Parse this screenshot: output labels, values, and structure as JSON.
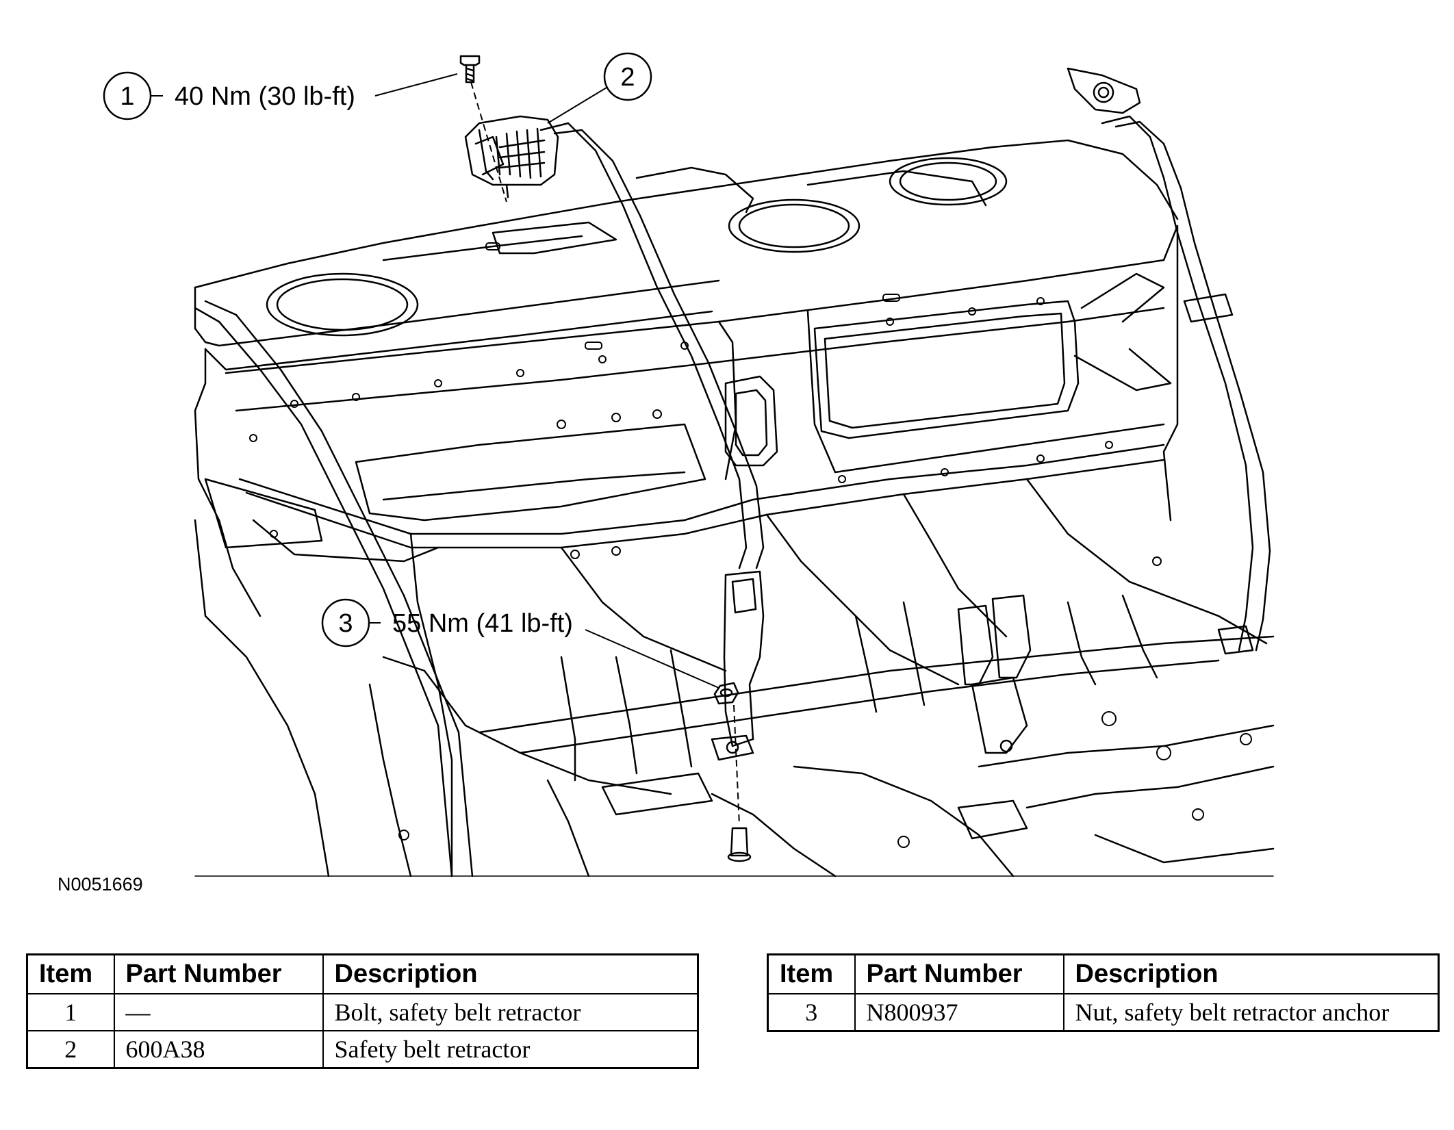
{
  "figure": {
    "id": "N0051669",
    "callouts": [
      {
        "number": "1",
        "torque": "40 Nm (30 lb-ft)"
      },
      {
        "number": "2",
        "torque": ""
      },
      {
        "number": "3",
        "torque": "55 Nm (41 lb-ft)"
      }
    ]
  },
  "tables": {
    "headers": {
      "item": "Item",
      "part_number": "Part Number",
      "description": "Description"
    },
    "left_rows": [
      {
        "item": "1",
        "part_number": "—",
        "description": "Bolt, safety belt retractor"
      },
      {
        "item": "2",
        "part_number": "600A38",
        "description": "Safety belt retractor"
      }
    ],
    "right_rows": [
      {
        "item": "3",
        "part_number": "N800937",
        "description": "Nut, safety belt retractor anchor"
      }
    ]
  }
}
